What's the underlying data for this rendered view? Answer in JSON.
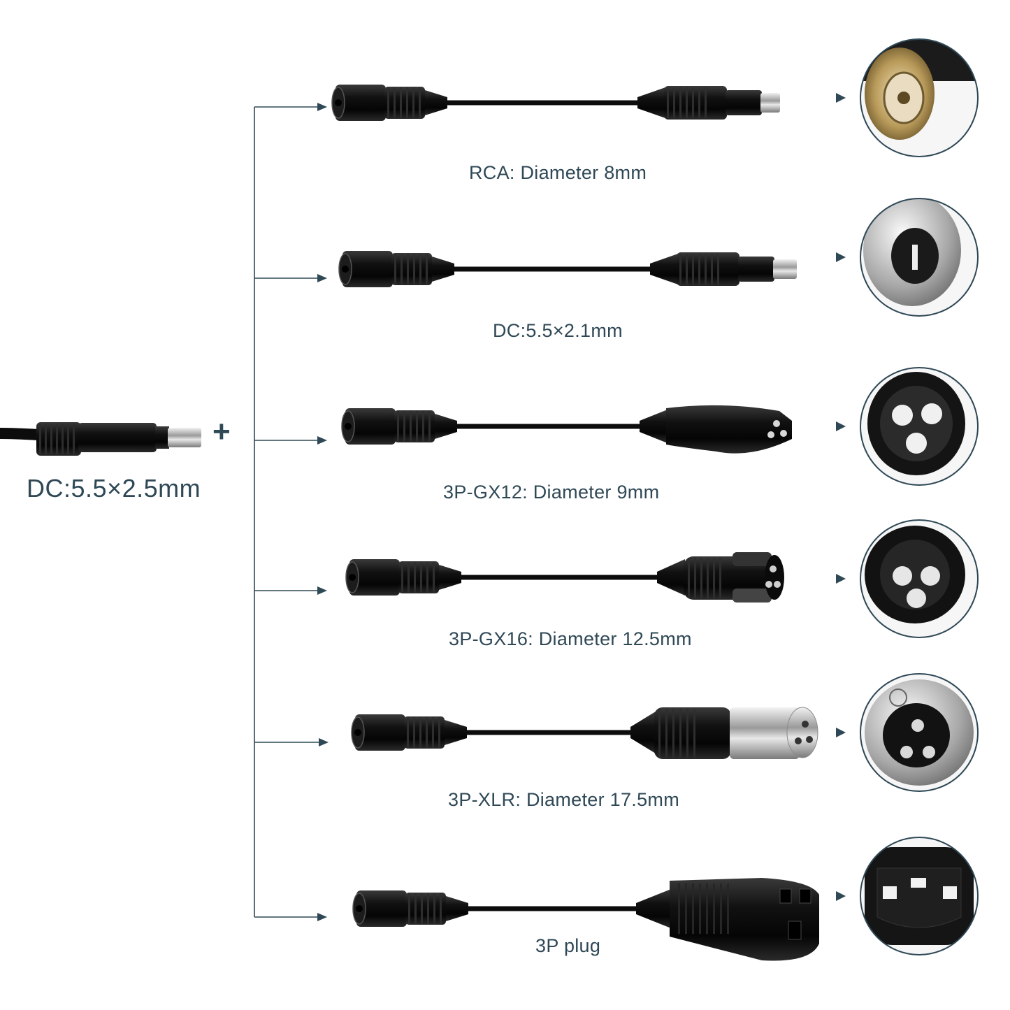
{
  "source": {
    "label": "DC:5.5×2.5mm"
  },
  "plus_sign": "+",
  "colors": {
    "text": "#2f4856",
    "line": "#2f4856",
    "cable": "#111111",
    "chrome": "#c9c9c9"
  },
  "adapters": [
    {
      "label": "RCA: Diameter  8mm",
      "connector": "rca-barrel",
      "detail_icon": "rca-socket-icon"
    },
    {
      "label": "DC:5.5×2.1mm",
      "connector": "dc-barrel",
      "detail_icon": "dc-barrel-tip-icon"
    },
    {
      "label": "3P-GX12: Diameter 9mm",
      "connector": "gx12-3pin",
      "detail_icon": "three-hole-socket-icon"
    },
    {
      "label": "3P-GX16: Diameter 12.5mm",
      "connector": "gx16-3pin",
      "detail_icon": "three-hole-round-socket-icon"
    },
    {
      "label": "3P-XLR: Diameter 17.5mm",
      "connector": "xlr-3pin-male",
      "detail_icon": "xlr-pins-icon"
    },
    {
      "label": "3P plug",
      "connector": "iec-3p-plug",
      "detail_icon": "iec-socket-icon"
    }
  ]
}
